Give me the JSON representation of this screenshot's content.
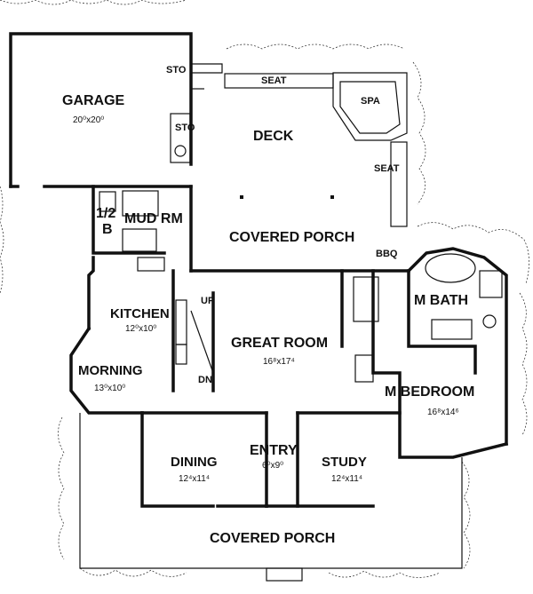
{
  "rooms": {
    "garage": {
      "label": "GARAGE",
      "dim": "20⁰x20⁰"
    },
    "sto_top": {
      "label": "STO"
    },
    "sto_mid": {
      "label": "STO"
    },
    "deck": {
      "label": "DECK"
    },
    "seat_top": {
      "label": "SEAT"
    },
    "seat_side": {
      "label": "SEAT"
    },
    "spa": {
      "label": "SPA"
    },
    "half_bath": {
      "label": "1/2\nB"
    },
    "mud_rm": {
      "label": "MUD RM"
    },
    "covered_porch_back": {
      "label": "COVERED PORCH"
    },
    "bbq": {
      "label": "BBQ"
    },
    "kitchen": {
      "label": "KITCHEN",
      "dim": "12⁰x10⁰"
    },
    "stair_up": {
      "label": "UP"
    },
    "stair_dn": {
      "label": "DN"
    },
    "great_room": {
      "label": "GREAT ROOM",
      "dim": "16⁸x17⁴"
    },
    "m_bath": {
      "label": "M BATH"
    },
    "morning": {
      "label": "MORNING",
      "dim": "13⁰x10⁰"
    },
    "m_bedroom": {
      "label": "M BEDROOM",
      "dim": "16⁸x14⁶"
    },
    "entry": {
      "label": "ENTRY",
      "dim": "6⁰x9⁰"
    },
    "dining": {
      "label": "DINING",
      "dim": "12⁴x11⁴"
    },
    "study": {
      "label": "STUDY",
      "dim": "12⁴x11⁴"
    },
    "covered_porch_front": {
      "label": "COVERED PORCH"
    }
  }
}
